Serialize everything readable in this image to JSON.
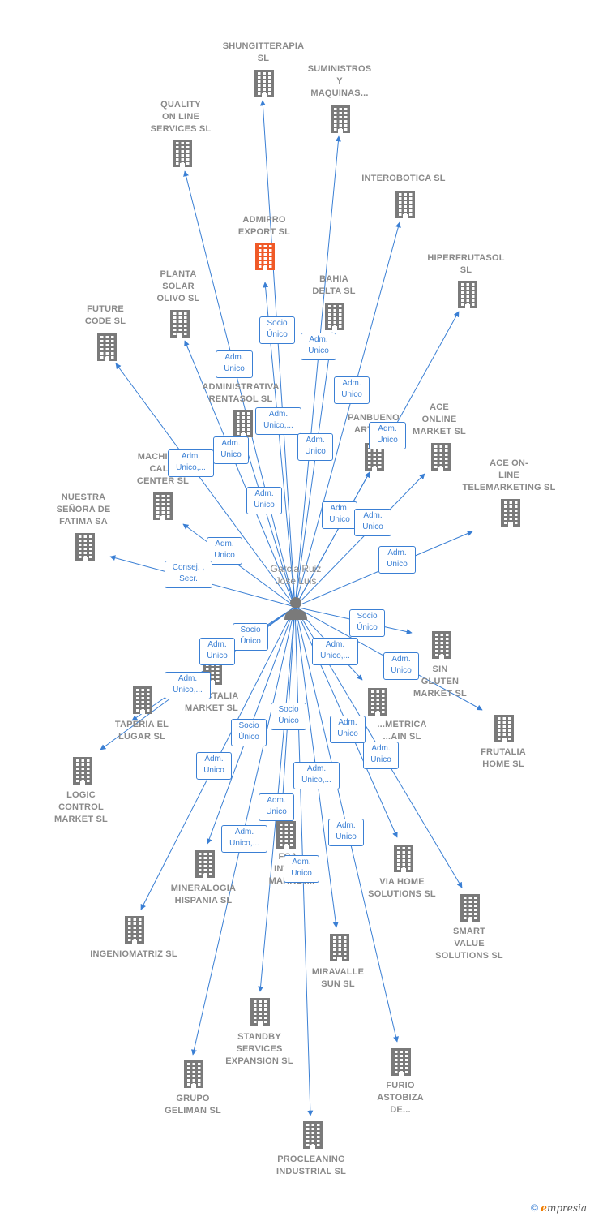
{
  "center": {
    "name": "Garcia Ruiz\nJose Luis",
    "icon": "person-icon"
  },
  "colors": {
    "edge": "#3a7fd4",
    "building": "#7a7a7a",
    "highlight": "#f05a28",
    "text": "#8a8a8a"
  },
  "nodes": [
    {
      "id": "shungitterapia",
      "label": "SHUNGITTERAPIA\nSL",
      "highlight": false
    },
    {
      "id": "suministros",
      "label": "SUMINISTROS\nY\nMAQUINAS...",
      "highlight": false
    },
    {
      "id": "quality",
      "label": "QUALITY\nON LINE\nSERVICES  SL",
      "highlight": false
    },
    {
      "id": "interobotica",
      "label": "INTEROBOTICA SL",
      "highlight": false
    },
    {
      "id": "admipro",
      "label": "ADMIPRO\nEXPORT  SL",
      "highlight": true
    },
    {
      "id": "hiperfrutasol",
      "label": "HIPERFRUTASOL\nSL",
      "highlight": false
    },
    {
      "id": "bahia",
      "label": "BAHIA\nDELTA SL",
      "highlight": false
    },
    {
      "id": "planta",
      "label": "PLANTA\nSOLAR\nOLIVO SL",
      "highlight": false
    },
    {
      "id": "future",
      "label": "FUTURE\nCODE  SL",
      "highlight": false
    },
    {
      "id": "rentasol",
      "label": "...RIA\nADMINISTRATIVA\nRENTASOL SL",
      "highlight": false
    },
    {
      "id": "ace_online",
      "label": "ACE\nONLINE\nMARKET SL",
      "highlight": false
    },
    {
      "id": "panbueno",
      "label": "PANBUENO\nARTES...",
      "highlight": false
    },
    {
      "id": "machine",
      "label": "MACHINE...\nCAL...\nCENTER  SL",
      "highlight": false
    },
    {
      "id": "ace_tele",
      "label": "ACE ON-\nLINE\nTELEMARKETING SL",
      "highlight": false
    },
    {
      "id": "nuestra",
      "label": "NUESTRA\nSEÑORA DE\nFATIMA SA",
      "highlight": false
    },
    {
      "id": "sin_gluten",
      "label": "SIN\nGLUTEN\nMARKET  SL",
      "highlight": false
    },
    {
      "id": "fructalia",
      "label": "...RUCTALIA\nMARKET  SL",
      "highlight": false
    },
    {
      "id": "taperia",
      "label": "TAPERIA EL\nLUGAR SL",
      "highlight": false
    },
    {
      "id": "frutalia",
      "label": "FRUTALIA\nHOME  SL",
      "highlight": false
    },
    {
      "id": "metrica",
      "label": "...METRICA\n...AIN  SL",
      "highlight": false
    },
    {
      "id": "logic",
      "label": "LOGIC\nCONTROL\nMARKET  SL",
      "highlight": false
    },
    {
      "id": "fca",
      "label": "FCA...\nINTER...\nMARKET...",
      "highlight": false
    },
    {
      "id": "via_home",
      "label": "VIA HOME\nSOLUTIONS SL",
      "highlight": false
    },
    {
      "id": "mineralogia",
      "label": "MINERALOGIA\nHISPANIA  SL",
      "highlight": false
    },
    {
      "id": "smart",
      "label": "SMART\nVALUE\nSOLUTIONS SL",
      "highlight": false
    },
    {
      "id": "ingeniomatriz",
      "label": "INGENIOMATRIZ SL",
      "highlight": false
    },
    {
      "id": "miravalle",
      "label": "MIRAVALLE\nSUN  SL",
      "highlight": false
    },
    {
      "id": "standby",
      "label": "STANDBY\nSERVICES\nEXPANSION SL",
      "highlight": false
    },
    {
      "id": "furio",
      "label": "FURIO\nASTOBIZA\nDE...",
      "highlight": false
    },
    {
      "id": "geliman",
      "label": "GRUPO\nGELIMAN  SL",
      "highlight": false
    },
    {
      "id": "procleaning",
      "label": "PROCLEANING\nINDUSTRIAL SL",
      "highlight": false
    }
  ],
  "roles": [
    "Socio\nÚnico",
    "Adm.\nUnico",
    "Adm.\nUnico",
    "Adm.\nUnico",
    "Adm.\nUnico,...",
    "Adm.\nUnico",
    "Adm.\nUnico",
    "Adm.\nUnico,...",
    "Adm.\nUnico",
    "Adm.\nUnico",
    "Adm.\nUnico",
    "Adm.\nUnico",
    "Adm.\nUnico",
    "Adm.\nUnico",
    "Consej. ,\nSecr.",
    "Socio\nÚnico",
    "Socio\nÚnico",
    "Adm.\nUnico",
    "Adm.\nUnico,...",
    "Adm.\nUnico",
    "Adm.\nUnico,...",
    "Socio\nÚnico",
    "Socio\nÚnico",
    "Adm.\nUnico",
    "Adm.\nUnico",
    "Adm.\nUnico",
    "Adm.\nUnico,...",
    "Adm.\nUnico",
    "Adm.\nUnico,...",
    "Adm.\nUnico",
    "Adm.\nUnico"
  ],
  "copyright": {
    "symbol": "©",
    "brand_first": "e",
    "brand_rest": "mpresia"
  }
}
